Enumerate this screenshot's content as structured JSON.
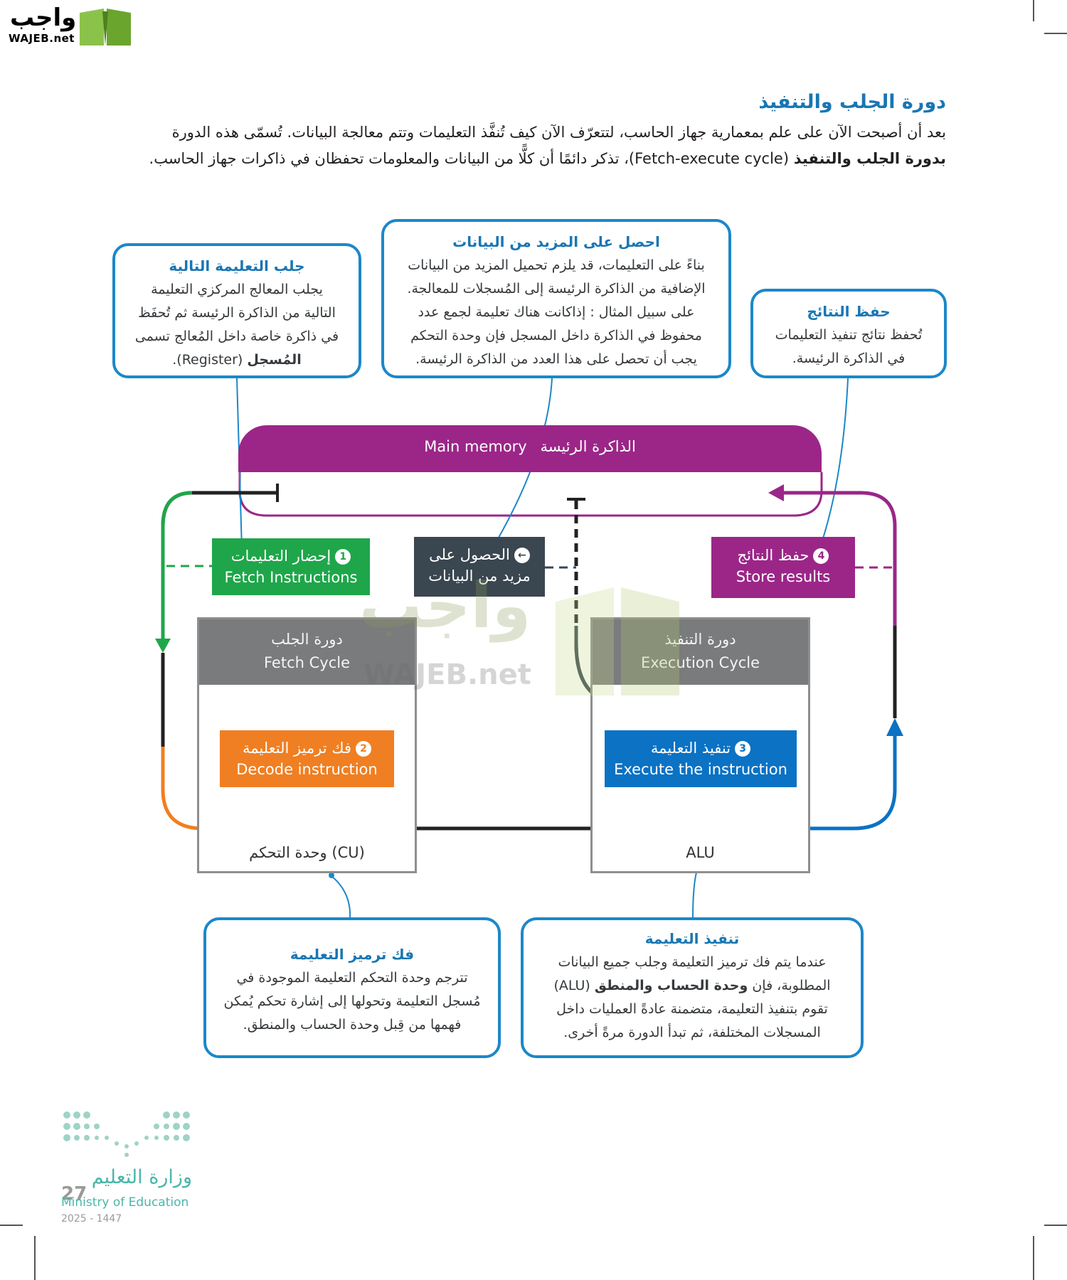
{
  "header": {
    "logo_ar": "واجب",
    "logo_en": "WAJEB.net"
  },
  "section": {
    "title": "دورة الجلب والتنفيذ",
    "intro_line1": "بعد أن أصبحت الآن على علم بمعمارية جهاز الحاسب، لتتعرّف الآن كيف تُنفَّذ التعليمات وتتم معالجة البيانات. تُسمّى هذه الدورة",
    "intro_line2_bold": "بدورة الجلب والتنفيذ",
    "intro_line2_rest": " (Fetch-execute cycle)، تذكر دائمًا أن كلًّا من البيانات والمعلومات تحفظان في ذاكرات جهاز الحاسب."
  },
  "callouts": {
    "fetch_next": {
      "title": "جلب التعليمة التالية",
      "line1": "يجلب المعالج المركزي التعليمة",
      "line2": "التالية من الذاكرة الرئيسة ثم تُحفَظ",
      "line3": "في ذاكرة خاصة داخل المُعالج تسمى",
      "line4_bold": "المُسجل",
      "line4_rest": " (Register)."
    },
    "get_more_data": {
      "title": "احصل على المزيد من البيانات",
      "line1": "بناءً على التعليمات، قد يلزم تحميل المزيد من البيانات",
      "line2": "الإضافية من الذاكرة الرئيسة إلى المُسجلات للمعالجة.",
      "line3": "على سبيل المثال : إذاكانت هناك تعليمة لجمع عدد",
      "line4": "محفوظ في الذاكرة داخل المسجل فإن وحدة التحكم",
      "line5": "يجب أن تحصل على هذا العدد من الذاكرة الرئيسة."
    },
    "save_results": {
      "title": "حفظ النتائج",
      "line1": "تُحفظ نتائج تنفيذ التعليمات",
      "line2": "في الذاكرة الرئيسة."
    },
    "decode": {
      "title": "فك ترميز التعليمة",
      "line1": "تترجم وحدة التحكم التعليمة الموجودة في",
      "line2": "مُسجل التعليمة وتحولها إلى إشارة تحكم يُمكن",
      "line3": "فهمها من قِبل وحدة الحساب والمنطق."
    },
    "execute": {
      "title": "تنفيذ التعليمة",
      "line1": "عندما يتم فك ترميز التعليمة وجلب جميع البيانات",
      "line2_pre": "المطلوبة، فإن ",
      "line2_bold": "وحدة الحساب والمنطق",
      "line2_post": " (ALU)",
      "line3": "تقوم بتنفيذ التعليمة، متضمنة عادةً العمليات داخل",
      "line4": "المسجلات المختلفة، ثم تبدأ الدورة مرةً أخرى."
    }
  },
  "diagram": {
    "memory_en": "Main memory",
    "memory_ar": "الذاكرة الرئيسة",
    "steps": {
      "fetch": {
        "num": "1",
        "ar": "إحضار التعليمات",
        "en": "Fetch Instructions",
        "color": "#1fa64a"
      },
      "get_more": {
        "ar1": "الحصول على",
        "ar2": "مزيد من البيانات",
        "color": "#3a4650"
      },
      "store": {
        "num": "4",
        "ar": "حفظ النتائج",
        "en": "Store results",
        "color": "#9b2688"
      },
      "decode": {
        "num": "2",
        "ar": "فك ترميز التعليمة",
        "en": "Decode instruction",
        "color": "#ef7f22"
      },
      "execute": {
        "num": "3",
        "ar": "تنفيذ التعليمة",
        "en": "Execute the instruction",
        "color": "#0b72c4"
      }
    },
    "fetch_cycle": {
      "ar": "دورة الجلب",
      "en": "Fetch Cycle"
    },
    "exec_cycle": {
      "ar": "دورة التنفيذ",
      "en": "Execution Cycle"
    },
    "cu_label": "وحدة التحكم (CU)",
    "alu_label": "ALU"
  },
  "watermark": {
    "ar": "واجب",
    "en": "WAJEB.net"
  },
  "footer": {
    "ministry_ar": "وزارة التعليم",
    "ministry_en": "Ministry of Education",
    "year": "2025 - 1447",
    "page_number": "27"
  }
}
